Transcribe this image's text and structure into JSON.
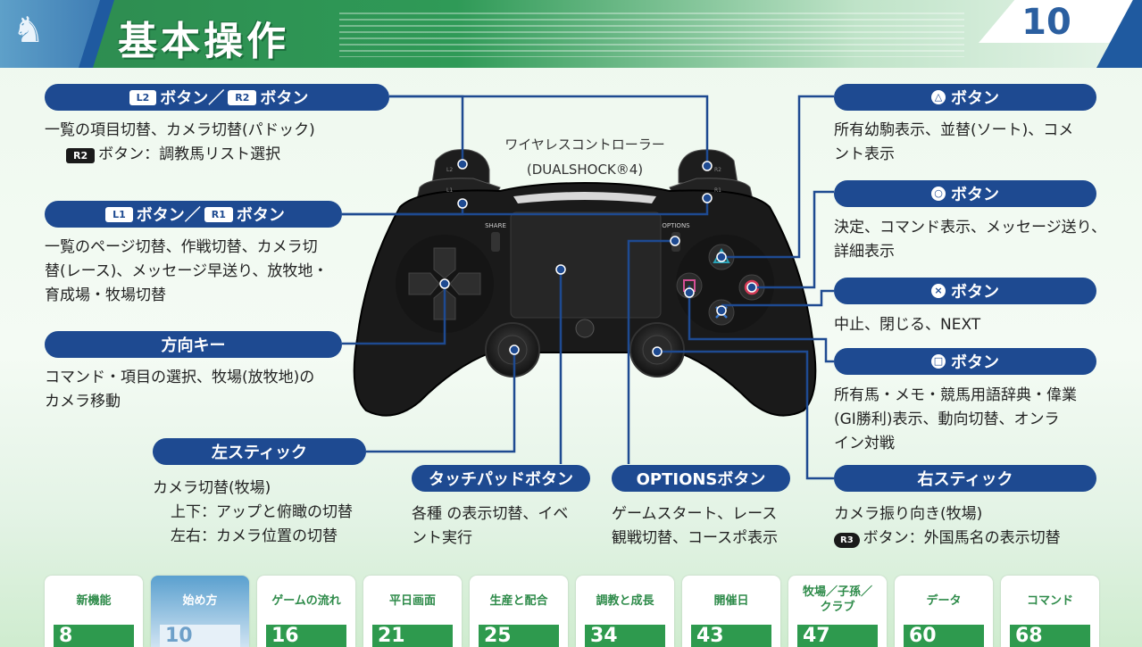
{
  "header": {
    "title": "基本操作",
    "page_number": "10"
  },
  "controller": {
    "caption_line1": "ワイヤレスコントローラー",
    "caption_line2": "(DUALSHOCK®4)",
    "share_label": "SHARE",
    "options_label": "OPTIONS",
    "l2": "L2",
    "l1": "L1",
    "r2": "R2",
    "r1": "R1"
  },
  "labels": {
    "l2r2": {
      "badge1": "L2",
      "sep": "ボタン／",
      "badge2": "R2",
      "text": "ボタン"
    },
    "l1r1": {
      "badge1": "L1",
      "sep": "ボタン／",
      "badge2": "R1",
      "text": "ボタン"
    },
    "dpad": "方向キー",
    "left_stick": "左スティック",
    "touchpad": "タッチパッドボタン",
    "options": "OPTIONSボタン",
    "triangle": "ボタン",
    "circle": "ボタン",
    "cross": "ボタン",
    "square": "ボタン",
    "right_stick": "右スティック"
  },
  "descriptions": {
    "l2r2_line1": "一覧の項目切替、カメラ切替(パドック)",
    "l2r2_badge": "R2",
    "l2r2_line2": "ボタン：調教馬リスト選択",
    "l1r1_line1": "一覧のページ切替、作戦切替、カメラ切",
    "l1r1_line2": "替(レース)、メッセージ早送り、放牧地・",
    "l1r1_line3": "育成場・牧場切替",
    "dpad_line1": "コマンド・項目の選択、牧場(放牧地)の",
    "dpad_line2": "カメラ移動",
    "left_stick_line1": "カメラ切替(牧場)",
    "left_stick_line2": "上下：アップと俯瞰の切替",
    "left_stick_line3": "左右：カメラ位置の切替",
    "touchpad_line1": "各種 の表示切替、イベ",
    "touchpad_line2": "ント実行",
    "options_line1": "ゲームスタート、レース",
    "options_line2": "観戦切替、コースポ表示",
    "triangle_line1": "所有幼駒表示、並替(ソート)、コメ",
    "triangle_line2": "ント表示",
    "circle_line1": "決定、コマンド表示、メッセージ送り、",
    "circle_line2": "詳細表示",
    "cross_line1": "中止、閉じる、NEXT",
    "square_line1": "所有馬・メモ・競馬用語辞典・偉業",
    "square_line2": "(GⅠ勝利)表示、動向切替、オンラ",
    "square_line3": "イン対戦",
    "right_stick_line1": "カメラ振り向き(牧場)",
    "right_stick_badge": "R3",
    "right_stick_line2": "ボタン：外国馬名の表示切替"
  },
  "nav": [
    {
      "label": "新機能",
      "page": "8"
    },
    {
      "label": "始め方",
      "page": "10",
      "active": true
    },
    {
      "label": "ゲームの流れ",
      "page": "16"
    },
    {
      "label": "平日画面",
      "page": "21"
    },
    {
      "label": "生産と配合",
      "page": "25"
    },
    {
      "label": "調教と成長",
      "page": "34"
    },
    {
      "label": "開催日",
      "page": "43"
    },
    {
      "label": "牧場／子孫／クラブ",
      "page": "47"
    },
    {
      "label": "データ",
      "page": "60"
    },
    {
      "label": "コマンド",
      "page": "68"
    }
  ],
  "colors": {
    "label_bar": "#1e4a91",
    "header_green": "#2f9a57",
    "nav_green": "#2e9a4e",
    "triangle": "#2aa3b8",
    "circle": "#d63a57",
    "cross": "#3c7bd0",
    "square": "#d64f95"
  }
}
